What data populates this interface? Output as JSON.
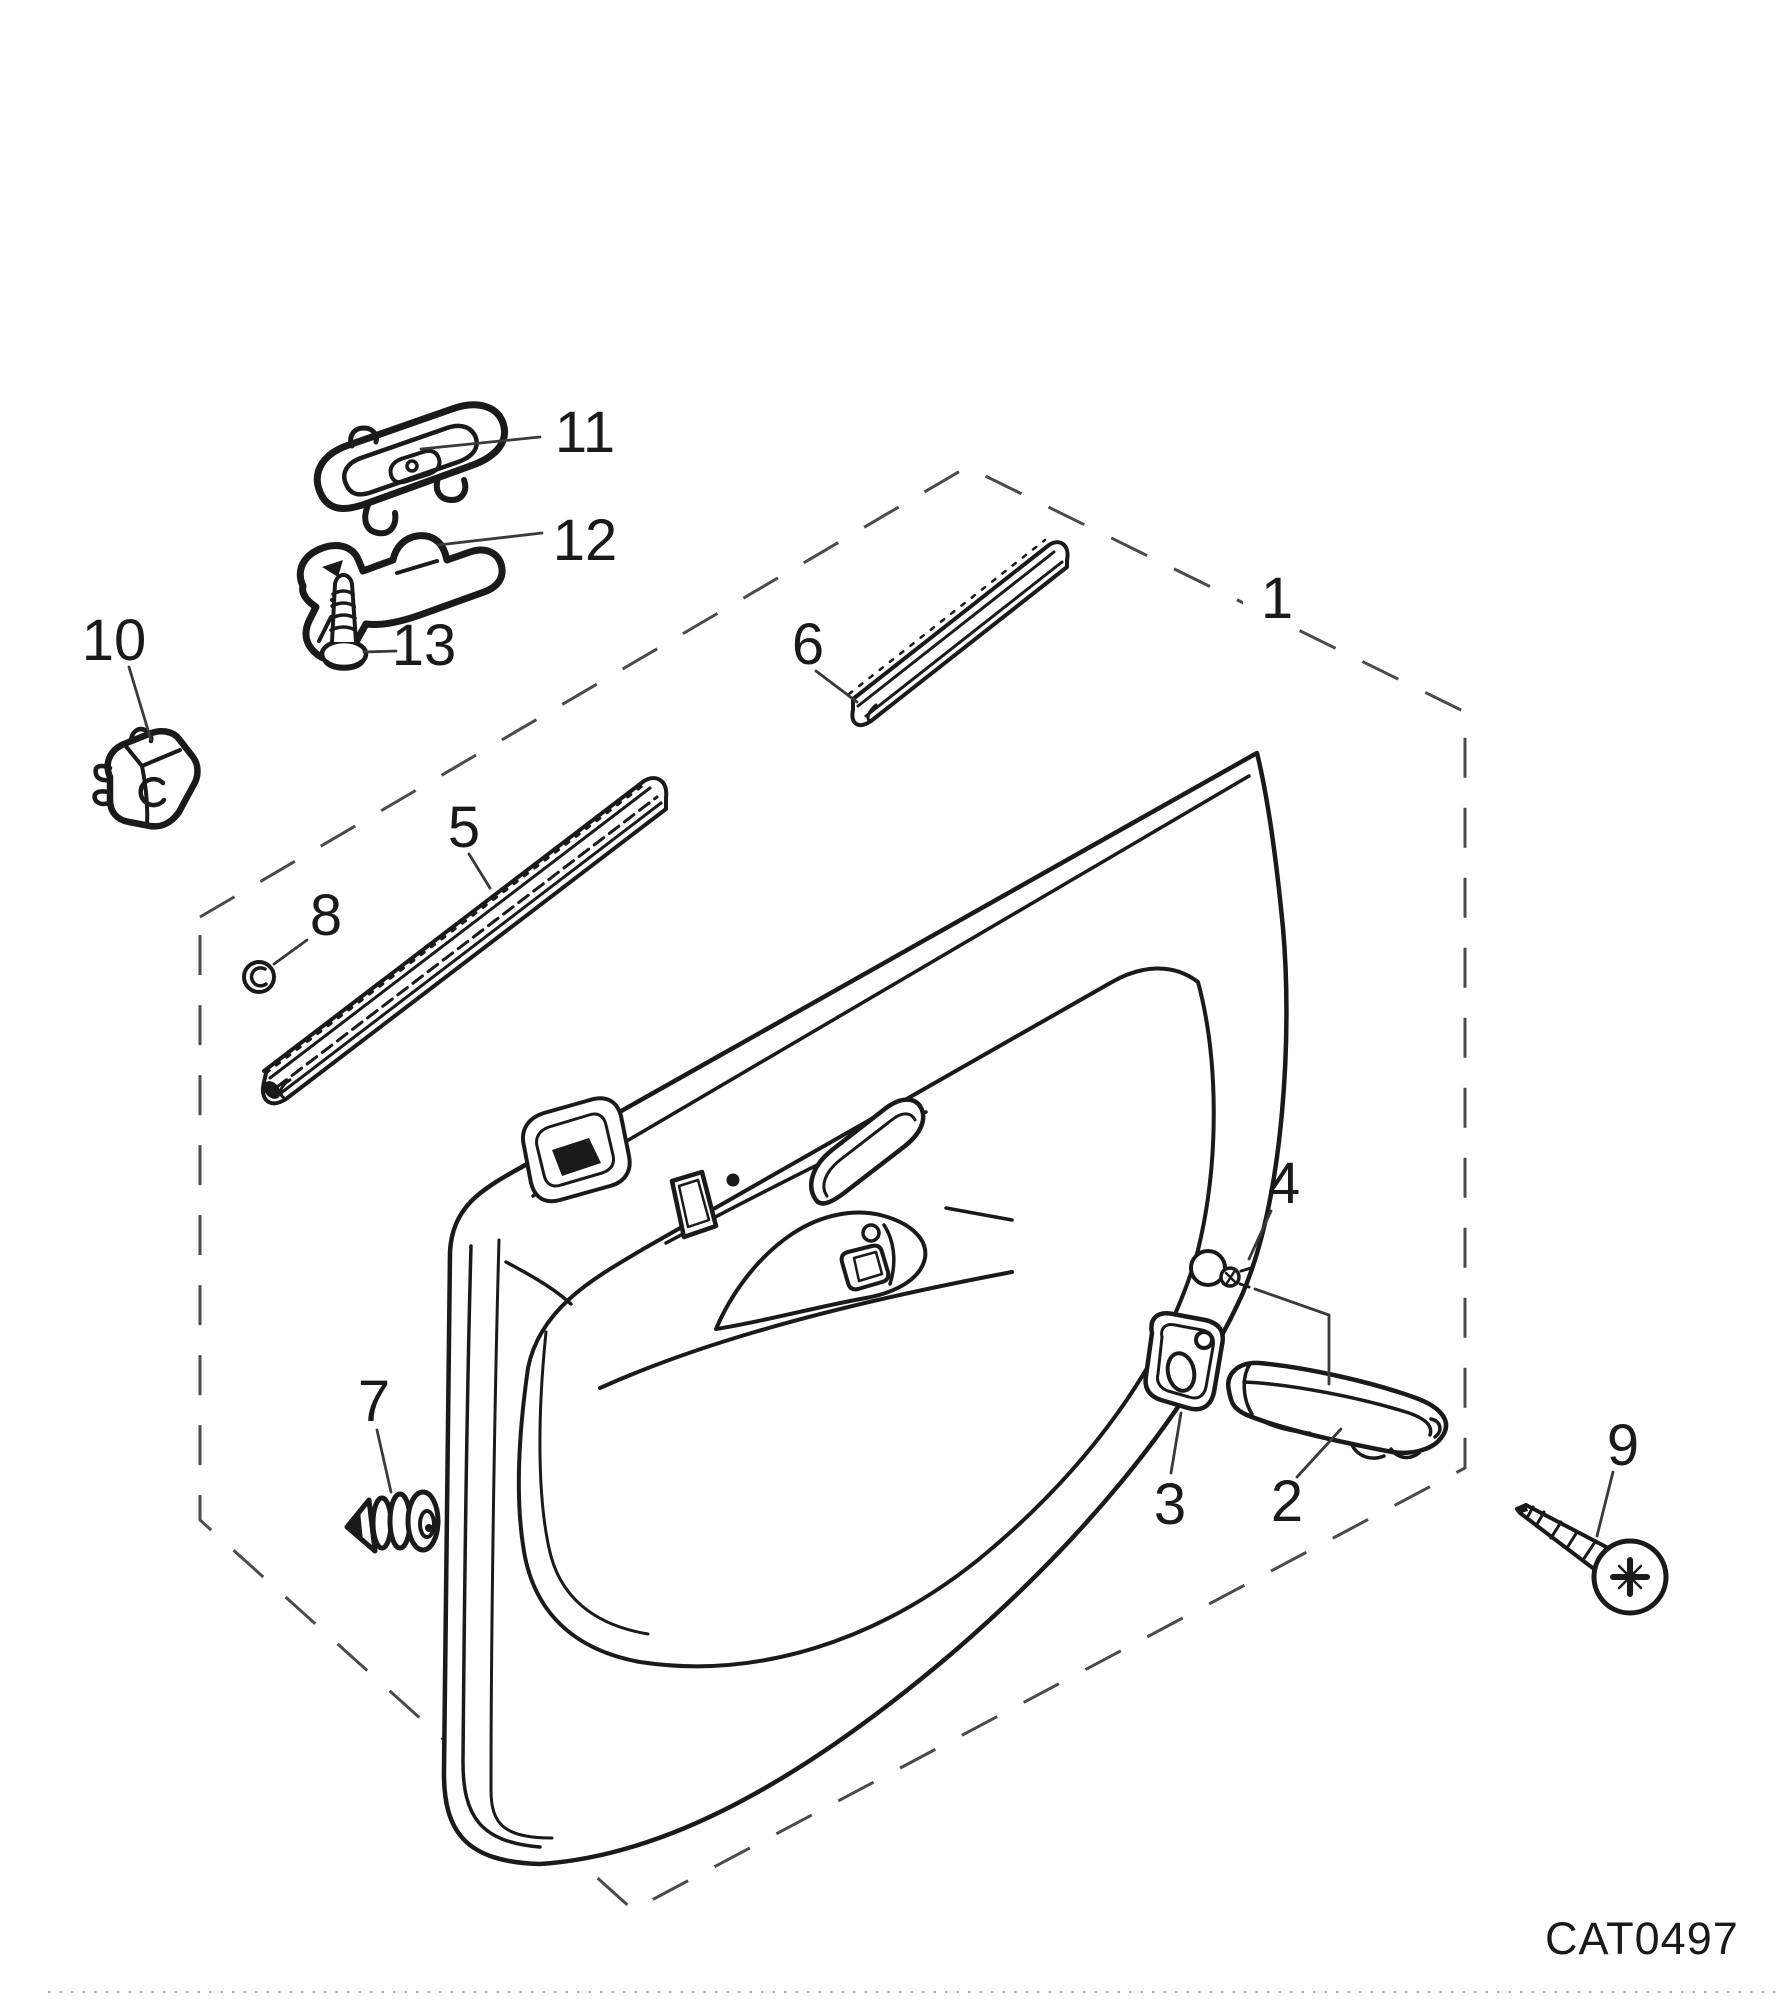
{
  "figure": {
    "code": "CAT0497",
    "kind": "exploded-parts-line-drawing"
  },
  "colors": {
    "ink": "#1a1a1a",
    "leader": "#3a3a3a",
    "boundary_dash": "#4b4b4b",
    "paper": "#ffffff",
    "bottom_rule": "#a8b2a8"
  },
  "callouts": [
    {
      "label": "1"
    },
    {
      "label": "2"
    },
    {
      "label": "3"
    },
    {
      "label": "4"
    },
    {
      "label": "5"
    },
    {
      "label": "6"
    },
    {
      "label": "7"
    },
    {
      "label": "8"
    },
    {
      "label": "9"
    },
    {
      "label": "10"
    },
    {
      "label": "11"
    },
    {
      "label": "12"
    },
    {
      "label": "13"
    }
  ]
}
